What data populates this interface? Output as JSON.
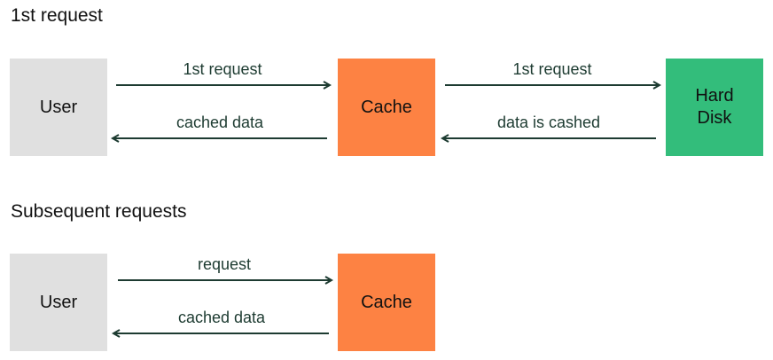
{
  "colors": {
    "user": "#e0e0e0",
    "cache": "#fd8243",
    "disk": "#33bd7b",
    "arrow": "#1d3b31"
  },
  "section1": {
    "title": "1st request",
    "user_label": "User",
    "cache_label": "Cache",
    "disk_label_line1": "Hard",
    "disk_label_line2": "Disk",
    "arrow_user_to_cache": "1st request",
    "arrow_cache_to_user": "cached data",
    "arrow_cache_to_disk": "1st request",
    "arrow_disk_to_cache": "data is cashed"
  },
  "section2": {
    "title": "Subsequent requests",
    "user_label": "User",
    "cache_label": "Cache",
    "arrow_user_to_cache": "request",
    "arrow_cache_to_user": "cached data"
  }
}
